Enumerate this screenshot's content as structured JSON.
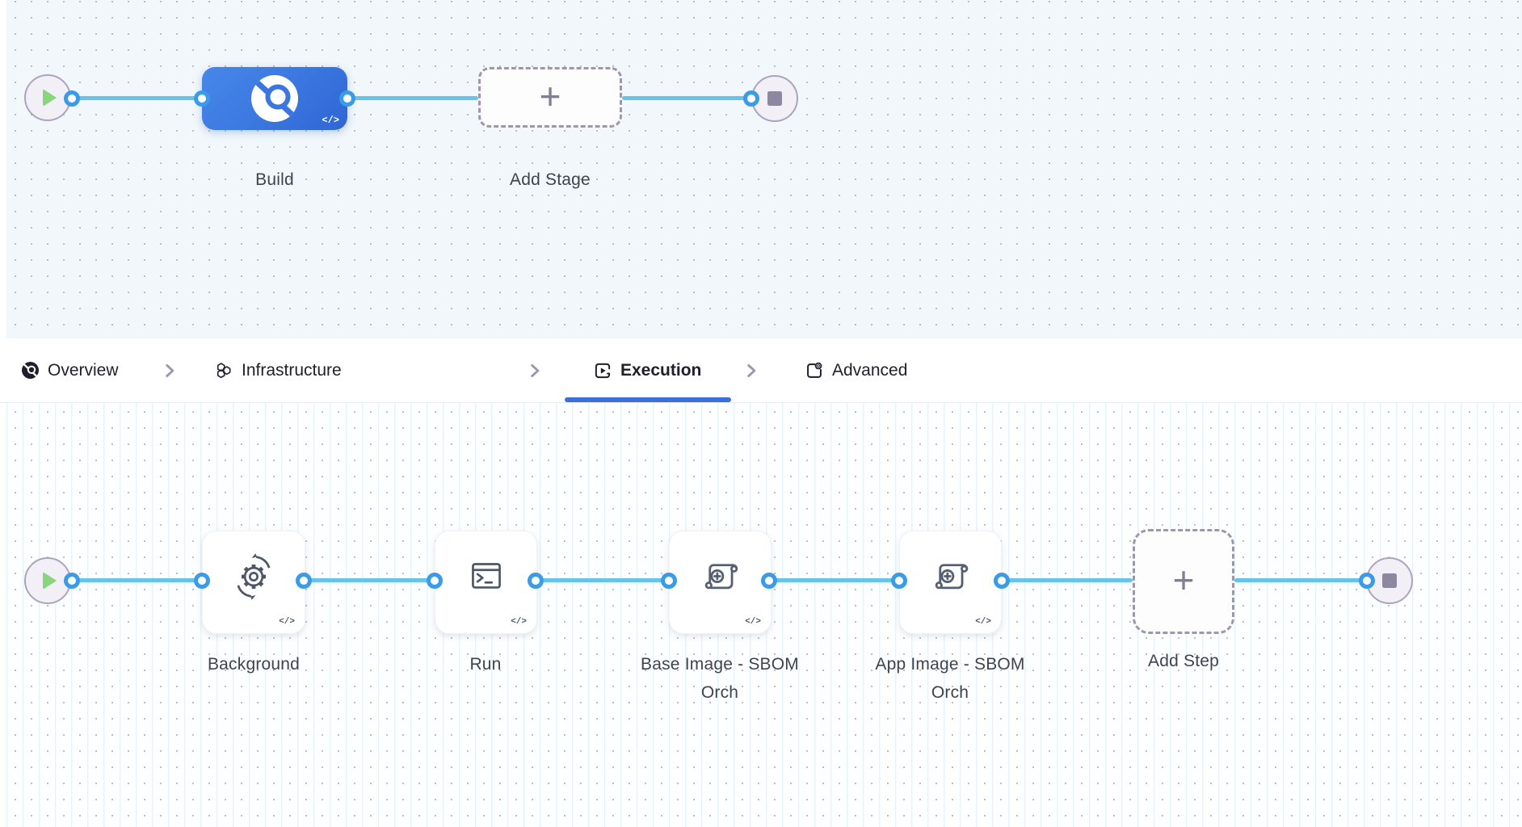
{
  "pipeline": {
    "stage_graph": {
      "stage": {
        "label": "Build",
        "icon": "ci-build-icon",
        "yaml_badge": "</>"
      },
      "add_stage": {
        "label": "Add Stage",
        "plus": "+"
      }
    },
    "tabs": {
      "items": [
        {
          "label": "Overview",
          "icon": "ci-build-icon",
          "active": false
        },
        {
          "label": "Infrastructure",
          "icon": "hexagon-cluster-icon",
          "active": false
        },
        {
          "label": "Execution",
          "icon": "execution-play-icon",
          "active": true
        },
        {
          "label": "Advanced",
          "icon": "advanced-gear-icon",
          "active": false
        }
      ],
      "separator_icon": "chevron-right-icon"
    },
    "execution_graph": {
      "steps": [
        {
          "label": "Background",
          "icon": "background-sync-gear-icon",
          "yaml_badge": "</>"
        },
        {
          "label": "Run",
          "icon": "terminal-icon",
          "yaml_badge": "</>"
        },
        {
          "label": "Base Image - SBOM Orch",
          "icon": "sbom-scroll-plus-icon",
          "yaml_badge": "</>"
        },
        {
          "label": "App Image - SBOM Orch",
          "icon": "sbom-scroll-plus-icon",
          "yaml_badge": "</>"
        }
      ],
      "add_step": {
        "label": "Add Step",
        "plus": "+"
      }
    },
    "colors": {
      "stage_blue": "#3a76df",
      "edge_blue": "#65c4ee",
      "pin_blue": "#3a9ce8",
      "active_tab_underline": "#3b6fd9",
      "play_green": "#88d57e",
      "terminal_gray": "#8d87a0"
    }
  }
}
